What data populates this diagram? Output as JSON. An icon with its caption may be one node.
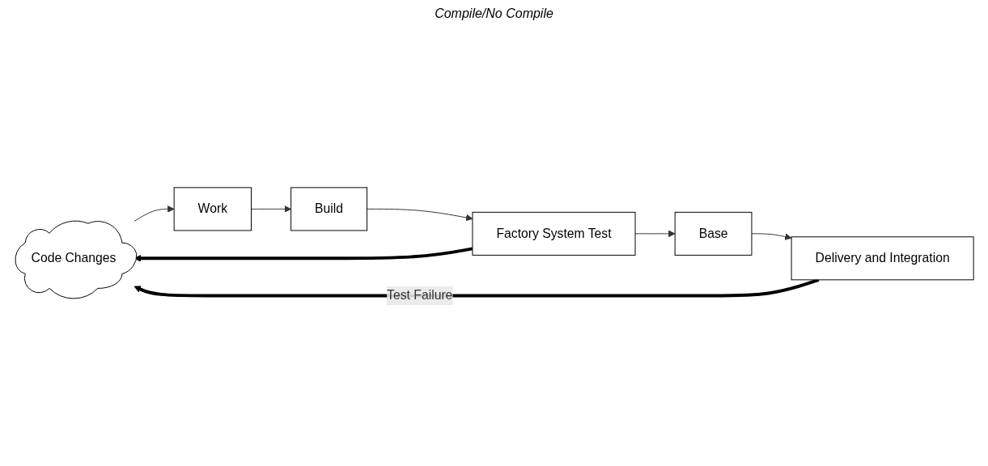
{
  "diagram": {
    "nodes": [
      {
        "text": [
          "Code Changes"
        ]
      },
      {
        "text": [
          "Work"
        ]
      },
      {
        "text": [
          "Build"
        ]
      },
      {
        "text": [
          "Factory System Test"
        ]
      },
      {
        "text": [
          "Base"
        ]
      },
      {
        "text": [
          "Delivery and Integration"
        ]
      }
    ],
    "edges": [
      {
        "from": 0,
        "to": 1,
        "arrow": "to"
      },
      {
        "from": 1,
        "to": 2,
        "arrow": "to"
      },
      {
        "from": 2,
        "to": 3,
        "arrow": "to"
      },
      {
        "from": 3,
        "to": 4,
        "arrow": "to"
      },
      {
        "from": 4,
        "to": 5,
        "arrow": "to"
      },
      {
        "from": 5,
        "to": 0,
        "arrow": "to",
        "label": "Test Failure",
        "style": "thick"
      },
      {
        "from": 3,
        "to": 0,
        "arrow": "to",
        "style": "thick"
      }
    ],
    "labels": [
      "Compile/No Compile"
    ]
  }
}
